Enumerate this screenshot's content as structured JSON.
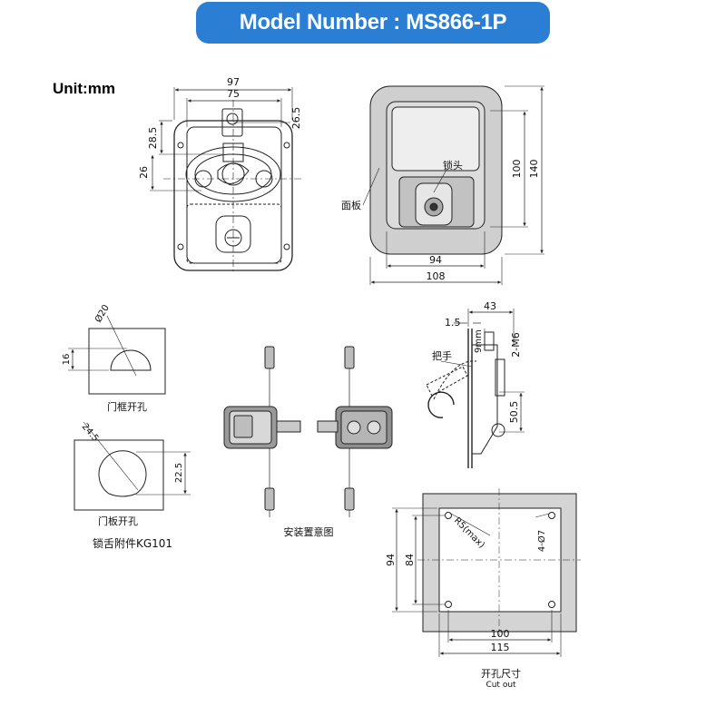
{
  "header": {
    "title": "Model Number : MS866-1P"
  },
  "unit_label": "Unit:mm",
  "front_view": {
    "dims": {
      "w97": "97",
      "w75": "75",
      "d26_5": "26.5",
      "h28_5": "28.5",
      "h26": "26"
    }
  },
  "panel_view": {
    "labels": {
      "panel": "面板",
      "lock_head": "锁头"
    },
    "dims": {
      "h100": "100",
      "h140": "140",
      "w94": "94",
      "w108": "108"
    }
  },
  "frame_hole": {
    "caption": "门框开孔",
    "dims": {
      "dia20": "Ø20",
      "h16": "16"
    }
  },
  "door_hole": {
    "caption": "门板开孔",
    "dims": {
      "d24_5": "24.5",
      "h22_5": "22.5"
    }
  },
  "accessory_label": "锁舌附件KG101",
  "install_diagram": {
    "caption": "安装置意图"
  },
  "side_view": {
    "labels": {
      "handle": "把手"
    },
    "dims": {
      "w43": "43",
      "t1_5": "1.5",
      "h9": "9mm",
      "m6": "2-M6",
      "h50_5": "50.5"
    }
  },
  "cutout": {
    "caption": "开孔尺寸",
    "caption_en": "Cut out",
    "dims": {
      "r5": "R5(max)",
      "holes": "4-Ø7",
      "h94": "94",
      "h84": "84",
      "w100": "100",
      "w115": "115"
    }
  },
  "colors": {
    "banner": "#2a7fd4",
    "line": "#333333",
    "metal": "#c9c9c9"
  }
}
